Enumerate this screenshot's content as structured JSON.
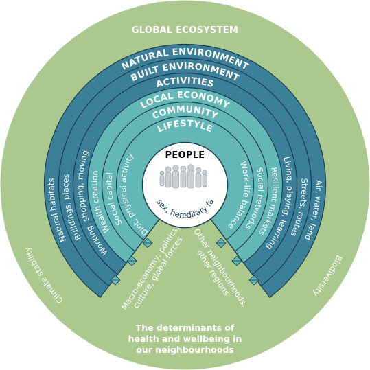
{
  "title": "GLOBAL ECOSYSTEM",
  "rings": [
    {
      "label": "NATURAL ENVIRONMENT",
      "left": "Natural habitats",
      "right": "Air, water, land"
    },
    {
      "label": "BUILT ENVIRONMENT",
      "left": "Buildings, places",
      "right": "Streets, routes"
    },
    {
      "label": "ACTIVITIES",
      "left": "Working, shopping, moving",
      "right": "Living, playing, learning"
    },
    {
      "label": "LOCAL ECONOMY",
      "left": "Wealth creation",
      "right": "Resilient markets"
    },
    {
      "label": "COMMUNITY",
      "left": "Social capital",
      "right": "Social networks"
    },
    {
      "label": "LIFESTYLE",
      "left": "Diet, physical activity",
      "right": "Work-life balance"
    }
  ],
  "center": {
    "title": "PEOPLE",
    "subtitle": "Age, sex, hereditary factors"
  },
  "outer_left": "Climate stability",
  "outer_right": "Biodiversity",
  "wedge_left": [
    "Macro-economy, politics,",
    "culture, global forces"
  ],
  "wedge_right": [
    "Other neighbourhoods,",
    "other regions"
  ],
  "caption": [
    "The determinants of",
    "health and wellbeing in",
    "our neighbourhoods"
  ],
  "colors": {
    "ecosystem": "#abc98f",
    "outer_rings": "#3b7f98",
    "inner_rings": "#63b7b6",
    "ring_stroke": "#1c3d50",
    "center": "#ffffff",
    "text_light": "#ffffff",
    "text_dark": "#1b3e52"
  },
  "icons": [
    "people-group-icon",
    "diamond-arrow-icon"
  ]
}
